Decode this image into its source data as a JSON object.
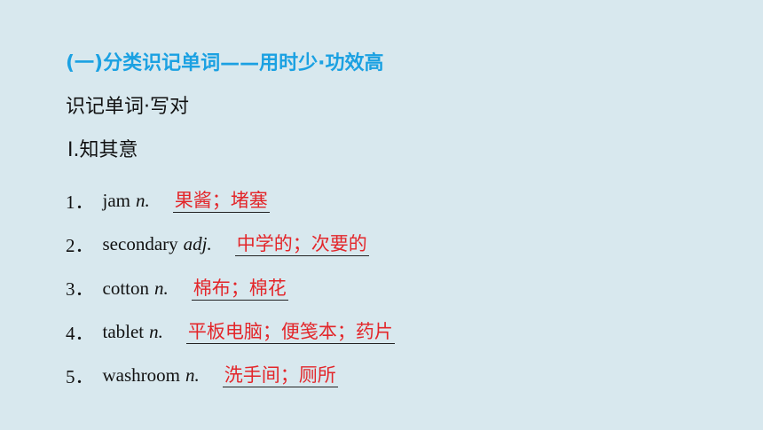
{
  "heading": "(一)分类识记单词——用时少·功效高",
  "subheading": "识记单词·写对",
  "section_label": "Ⅰ.知其意",
  "items": [
    {
      "num": "1．",
      "word": "jam",
      "pos": "n.",
      "answer": "果酱；堵塞"
    },
    {
      "num": "2．",
      "word": "secondary",
      "pos": "adj.",
      "answer": "中学的；次要的"
    },
    {
      "num": "3．",
      "word": "cotton",
      "pos": "n.",
      "answer": "棉布；棉花"
    },
    {
      "num": "4．",
      "word": "tablet",
      "pos": "n.",
      "answer": "平板电脑；便笺本；药片"
    },
    {
      "num": "5．",
      "word": "washroom",
      "pos": "n.",
      "answer": "洗手间；厕所"
    }
  ],
  "colors": {
    "background": "#d8e8ee",
    "heading": "#1ba1e2",
    "answer": "#e3262a",
    "text": "#111111"
  }
}
